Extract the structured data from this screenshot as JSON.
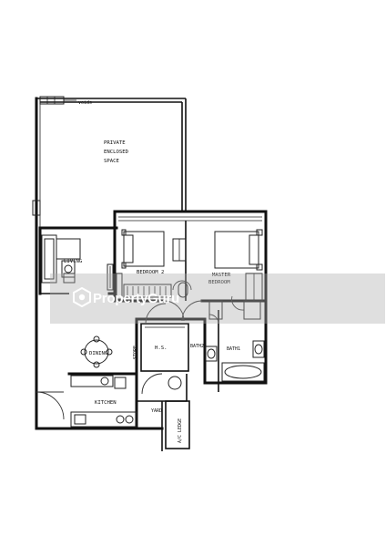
{
  "floorplan": {
    "labels": {
      "voids": "voids",
      "pes_line1": "PRIVATE",
      "pes_line2": "ENCLOSED",
      "pes_line3": "SPACE",
      "living": "LIVING",
      "bedroom2": "BEDROOM 2",
      "master_line1": "MASTER",
      "master_line2": "BEDROOM",
      "dining": "DINING",
      "store": "STORE",
      "hs": "H.S.",
      "bath2": "BATH2",
      "bath1": "BATH1",
      "kitchen": "KITCHEN",
      "yard": "YARD",
      "ac_ledge": "A/C LEDGE"
    }
  },
  "watermark": {
    "text": "PropertyGuru",
    "color": "#ffffff",
    "band_color": "#aaaaaa"
  }
}
